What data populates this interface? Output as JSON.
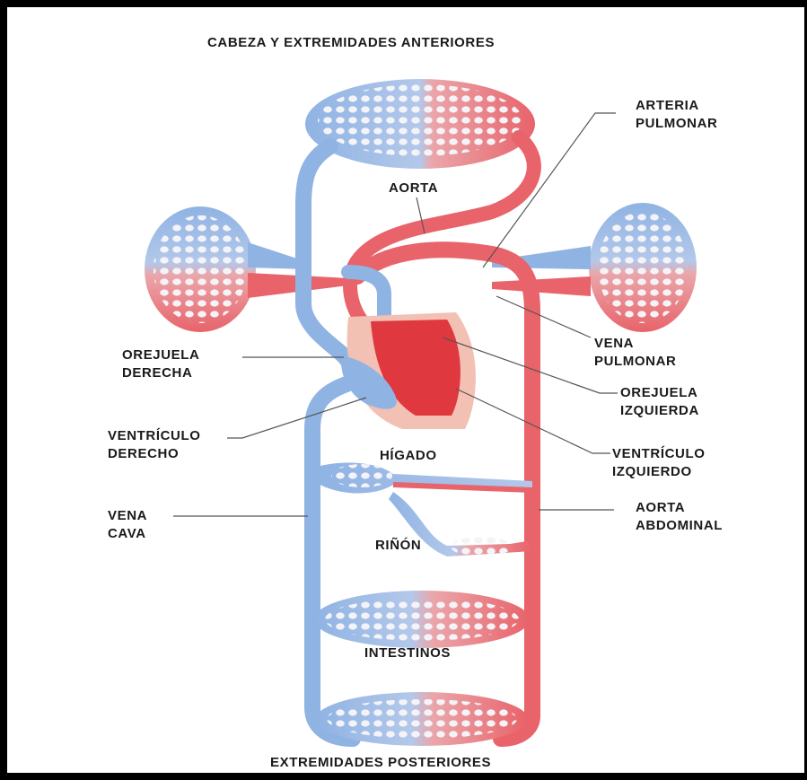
{
  "title_top": "CABEZA Y EXTREMIDADES ANTERIORES",
  "title_bottom": "EXTREMIDADES POSTERIORES",
  "labels": {
    "arteria_pulmonar": [
      "ARTERIA",
      "PULMONAR"
    ],
    "aorta": "AORTA",
    "vena_pulmonar": [
      "VENA",
      "PULMONAR"
    ],
    "orejuela_derecha": [
      "OREJUELA",
      "DERECHA"
    ],
    "orejuela_izquierda": [
      "OREJUELA",
      "IZQUIERDA"
    ],
    "ventriculo_derecho": [
      "VENTRÍCULO",
      "DERECHO"
    ],
    "ventriculo_izquierdo": [
      "VENTRÍCULO",
      "IZQUIERDO"
    ],
    "higado": "HÍGADO",
    "aorta_abdominal": [
      "AORTA",
      "ABDOMINAL"
    ],
    "vena_cava": [
      "VENA",
      "CAVA"
    ],
    "rinon": "RIÑÓN",
    "intestinos": "INTESTINOS"
  },
  "colors": {
    "venous_blue": "#8fb3e3",
    "arterial_red": "#e8636a",
    "heart_red": "#e0383f",
    "pericardium_pink": "#f3c0b4",
    "leader_line": "#555555"
  }
}
